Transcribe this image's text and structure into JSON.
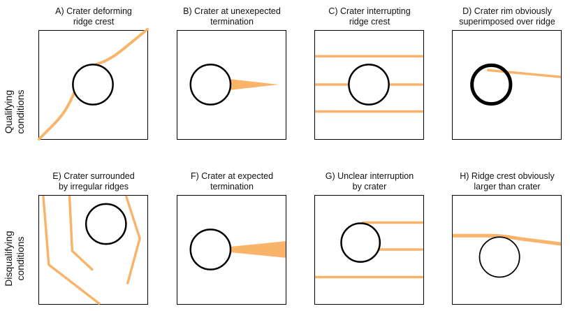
{
  "rows": [
    {
      "label_line1": "Qualifying",
      "label_line2": "conditions"
    },
    {
      "label_line1": "Disqualifying",
      "label_line2": "conditions"
    }
  ],
  "panels": [
    {
      "title_line1": "A) Crater deforming",
      "title_line2": "ridge crest"
    },
    {
      "title_line1": "B) Crater at unexepected",
      "title_line2": "termination"
    },
    {
      "title_line1": "C) Crater interrupting",
      "title_line2": "ridge crest"
    },
    {
      "title_line1": "D) Crater rim obviously",
      "title_line2": "superimposed over ridge"
    },
    {
      "title_line1": "E) Crater surrounded",
      "title_line2": "by irregular ridges"
    },
    {
      "title_line1": "F) Crater at expected",
      "title_line2": "termination"
    },
    {
      "title_line1": "G) Unclear interruption",
      "title_line2": "by crater"
    },
    {
      "title_line1": "H) Ridge crest obviously",
      "title_line2": "larger than crater"
    }
  ],
  "colors": {
    "ridge": "#F9B46A",
    "crater": "#000000",
    "frame": "#000000"
  }
}
